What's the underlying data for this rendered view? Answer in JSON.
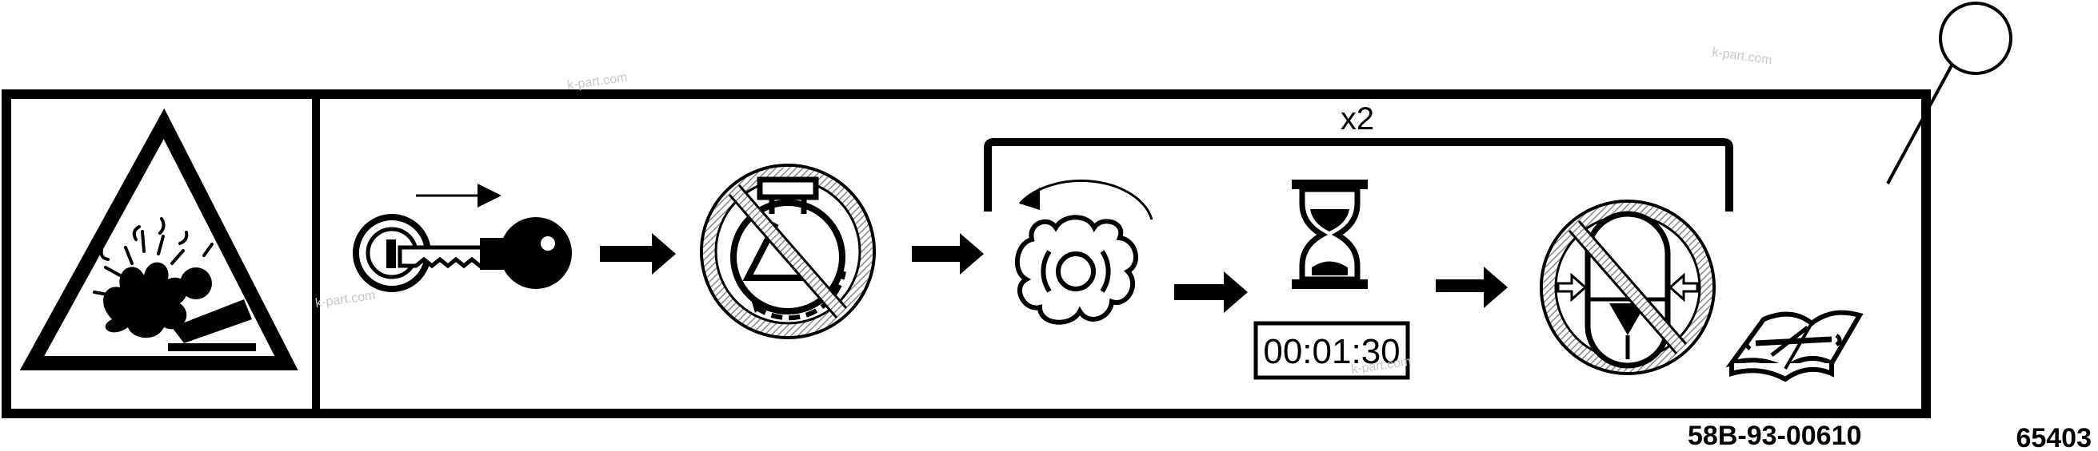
{
  "label": {
    "repeat_count": "x2",
    "timer_display": "00:01:30",
    "part_number": "58B-93-00610",
    "figure_number": "65403",
    "watermark": "k-part.com"
  },
  "icons": [
    "explosion-warning-icon",
    "key-insert-icon",
    "no-engine-start-icon",
    "knob-turn-icon",
    "hourglass-icon",
    "no-accumulator-pressure-icon",
    "manual-book-icon"
  ],
  "colors": {
    "ink": "#000000",
    "paper": "#ffffff",
    "hatch": "#888888"
  }
}
